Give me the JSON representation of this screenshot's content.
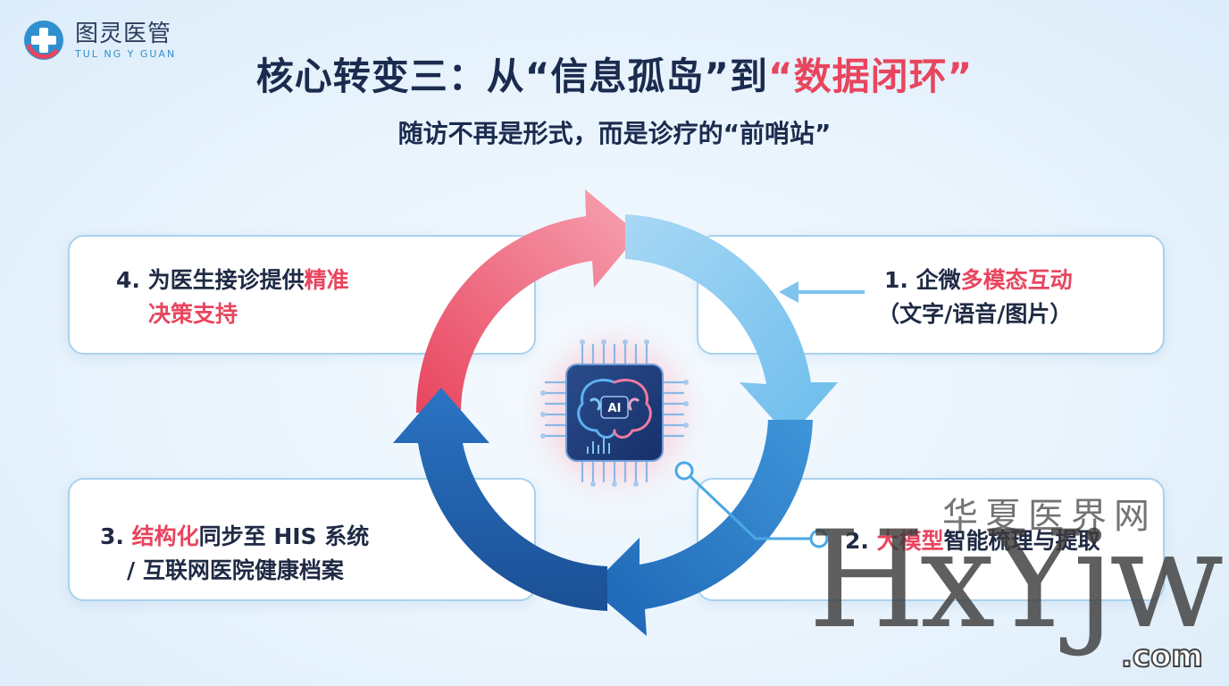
{
  "logo": {
    "name_cn": "图灵医管",
    "name_en": "TUL NG Y GUAN"
  },
  "title": {
    "prefix": "核心转变三：从“信息孤岛”到",
    "highlight": "“数据闭环”"
  },
  "subtitle": "随访不再是形式，而是诊疗的“前哨站”",
  "steps": {
    "step1": {
      "prefix": "1. 企微",
      "highlight": "多模态互动",
      "line2": "（文字/语音/图片）"
    },
    "step2": {
      "prefix": "2. ",
      "highlight": "大模型",
      "suffix": "智能梳理与提取"
    },
    "step3": {
      "prefix": "3. ",
      "highlight": "结构化",
      "suffix": "同步至 HIS 系统",
      "line2": "/ 互联网医院健康档案"
    },
    "step4": {
      "prefix": "4. 为医生接诊提供",
      "highlight": "精准",
      "line2": "决策支持"
    }
  },
  "center": {
    "chip_label": "AI"
  },
  "watermark": {
    "latin": "HxYjw",
    "cn": "华夏医界网",
    "domain": ".com"
  },
  "colors": {
    "accent_red": "#e8455e",
    "light_blue": "#7ec4ee",
    "mid_blue": "#2f86cf",
    "dark_blue": "#1b5ea8",
    "pink_red": "#ef6f86"
  }
}
